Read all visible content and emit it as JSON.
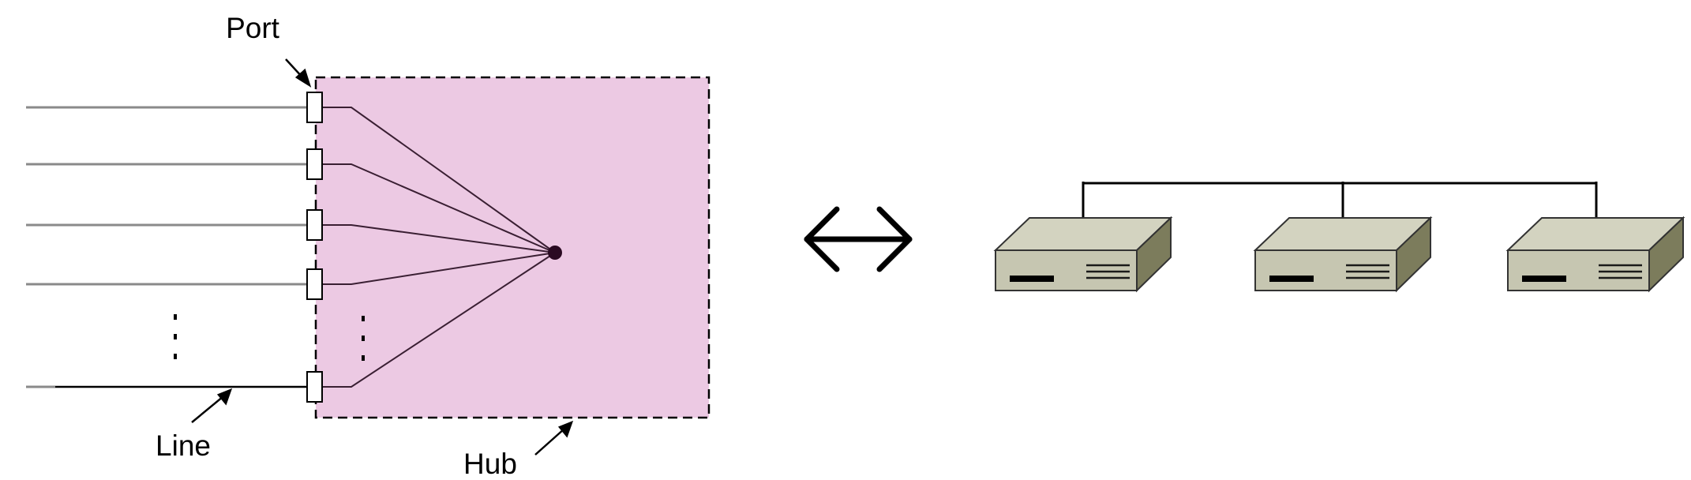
{
  "labels": {
    "port": "Port",
    "line": "Line",
    "hub": "Hub"
  },
  "colors": {
    "hub_fill": "#ecc9e3",
    "device_front": "#c6c6b1",
    "device_top": "#d3d3c0",
    "device_side": "#7c7c5c",
    "line_gray": "#8a8a8a",
    "wire_dark": "#3a1f33",
    "junction": "#2a0a22"
  },
  "icons": {
    "equivalence": "left-right-arrow-icon"
  },
  "hub": {
    "port_count_drawn": 5,
    "devices_on_bus": 3
  }
}
